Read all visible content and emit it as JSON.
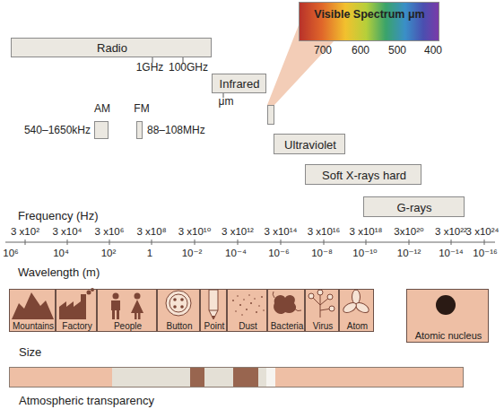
{
  "diagram": {
    "nodes": [
      {
        "text": [
          "Radio"
        ]
      },
      {
        "text": [
          "Visible Spectrum μm"
        ]
      },
      {
        "text": [
          "Infrared"
        ]
      },
      {
        "text": [
          "AM",
          "540–1650kHz"
        ]
      },
      {
        "text": [
          "FM",
          "88–108MHz"
        ]
      },
      {
        "text": [
          "Ultraviolet"
        ]
      },
      {
        "text": [
          "Soft X-rays hard"
        ]
      },
      {
        "text": [
          "G-rays"
        ]
      },
      {
        "text": [
          "Size"
        ]
      },
      {
        "text": [
          "Mountains"
        ],
        "in": 8
      },
      {
        "text": [
          "Factory"
        ],
        "in": 8
      },
      {
        "text": [
          "People"
        ],
        "in": 8
      },
      {
        "text": [
          "Button"
        ],
        "in": 8
      },
      {
        "text": [
          "Point"
        ],
        "in": 8
      },
      {
        "text": [
          "Dust"
        ],
        "in": 8
      },
      {
        "text": [
          "Bacteria"
        ],
        "in": 8
      },
      {
        "text": [
          "Virus"
        ],
        "in": 8
      },
      {
        "text": [
          "Atom"
        ],
        "in": 8
      },
      {
        "text": [
          "Atomic nucleus"
        ]
      },
      {
        "text": [
          "Atmospheric transparency"
        ]
      }
    ],
    "labels": [
      "1GHz",
      "100GHz",
      "μm",
      "700",
      "600",
      "500",
      "400",
      "Frequency (Hz)",
      "3 x10²",
      "3 x10⁴",
      "3 x10⁶",
      "3 x10⁸",
      "3 x10¹⁰",
      "3 x10¹²",
      "3 x10¹⁴",
      "3 x10¹⁶",
      "3 x10¹⁸",
      "3x10²⁰",
      "3 x10²²",
      "3 x10²⁴",
      "Wavelength (m)",
      "10⁶",
      "10⁴",
      "10²",
      "1",
      "10⁻²",
      "10⁻⁴",
      "10⁻⁶",
      "10⁻⁸",
      "10⁻¹⁰",
      "10⁻¹²",
      "10⁻¹⁴",
      "10⁻¹⁶"
    ]
  }
}
